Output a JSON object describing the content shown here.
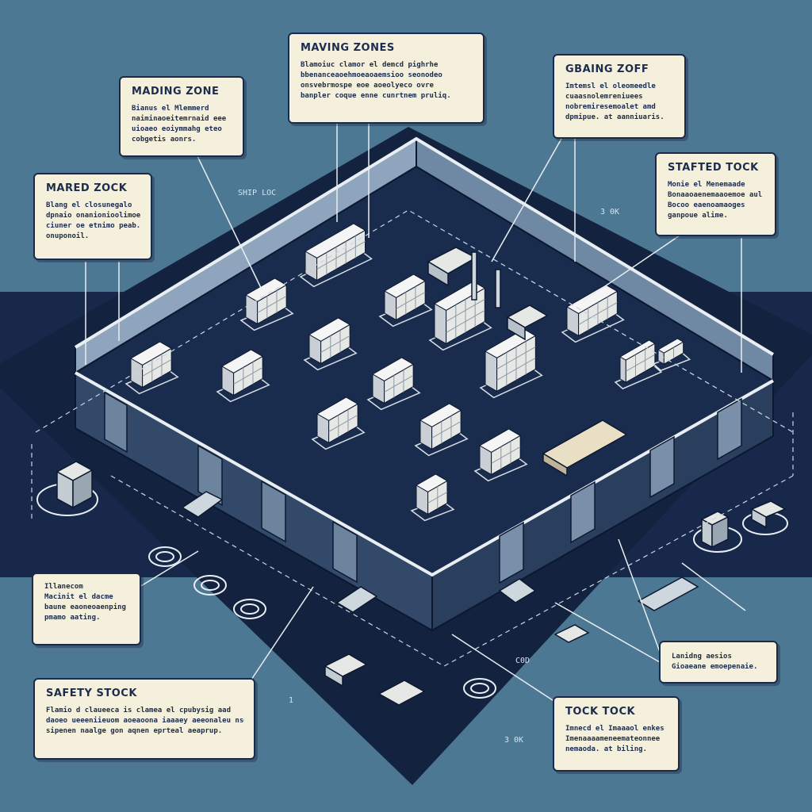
{
  "colors": {
    "background": "#4d7893",
    "floor": "#17284a",
    "wall": "#324a6a",
    "wall_light": "#8ea5bd",
    "crate": "#e6e8e6",
    "callout_bg": "#f5f0dc",
    "ink": "#1a2a4a"
  },
  "callouts": [
    {
      "title": "MAVING ZONES",
      "lines": [
        "Blamoiuc clamor el demcd pighrhe",
        "bbenanceaoehmoeaoaemsioo seonodeo",
        "onsvebrmospe eoe aoeolyeco ovre",
        "banpler coque enne cunrtnem pruliq."
      ]
    },
    {
      "title": "MADING ZONE",
      "lines": [
        "Bianus el Mlemmerd",
        "naiminaoeitemrnaid eee",
        "uioaeo eoiymmahg eteo",
        "cobgetis aonrs."
      ]
    },
    {
      "title": "GBAING ZOFF",
      "lines": [
        "Imtemsl el oleomeedle",
        "cuaasnolemreniuees",
        "nobremiresemoalet amd",
        "dpmipue. at aanniuaris."
      ]
    },
    {
      "title": "MARED ZOCK",
      "lines": [
        "Blang el closunegalo",
        "dpnaio onanionioolimoe",
        "ciuner oe etnimo peab.",
        "onuponoil."
      ]
    },
    {
      "title": "STAFTED TOCK",
      "lines": [
        "Monie el Menemaade",
        "Bonaaoaenemaaoemoe aul",
        "Bocoo eaenoamaoges",
        "ganpoue alime."
      ]
    },
    {
      "title": "",
      "lines": [
        "Illanecom",
        "Macinit el  dacme",
        "baune eaoneoaenping",
        "pmamo aating."
      ]
    },
    {
      "title": "",
      "lines": [
        "Lanidng aesios",
        "Gioaeane emoepenaie."
      ]
    },
    {
      "title": "SAFETY STOCK",
      "lines": [
        "Flamio d claueeca  is clamea el cpubysig aad",
        "daoeo ueeeniieuom aoeaoona iaaaey aeeonaleu nso",
        "sipenen naalge gon aqnen eprteal aeaprup."
      ]
    },
    {
      "title": "TOCK TOCK",
      "lines": [
        "Imnecd el Imaaaol enkes",
        "Imenaaaameneemateonnee",
        "nemaoda. at biling."
      ]
    }
  ],
  "tags": [
    "SHIP LOC",
    "3 0K",
    "3 0K",
    "C0D",
    "1"
  ]
}
